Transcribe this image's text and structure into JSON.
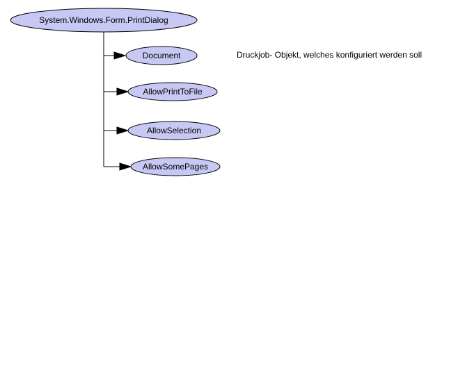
{
  "diagram": {
    "root": {
      "label": "System.Windows.Form.PrintDialog"
    },
    "children": [
      {
        "label": "Document",
        "note": "Druckjob- Objekt, welches konfiguriert werden soll"
      },
      {
        "label": "AllowPrintToFile",
        "note": ""
      },
      {
        "label": "AllowSelection",
        "note": ""
      },
      {
        "label": "AllowSomePages",
        "note": ""
      }
    ]
  },
  "colors": {
    "node_fill": "#c8c8f4",
    "node_stroke": "#000000",
    "connector": "#000000",
    "background": "#ffffff"
  }
}
